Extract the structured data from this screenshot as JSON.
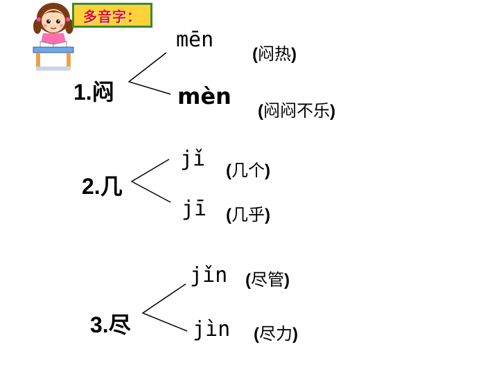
{
  "header": {
    "title": "多音字："
  },
  "items": [
    {
      "label": "1.闷",
      "readings": [
        {
          "pinyin": "mēn",
          "word": "闷热"
        },
        {
          "pinyin": "mèn",
          "word": "闷闷不乐"
        }
      ]
    },
    {
      "label": "2.几",
      "readings": [
        {
          "pinyin": "jǐ",
          "word": "几个"
        },
        {
          "pinyin": "jī",
          "word": "几乎"
        }
      ]
    },
    {
      "label": "3.尽",
      "readings": [
        {
          "pinyin": "jǐn",
          "word": "尽管"
        },
        {
          "pinyin": "jìn",
          "word": "尽力"
        }
      ]
    }
  ]
}
